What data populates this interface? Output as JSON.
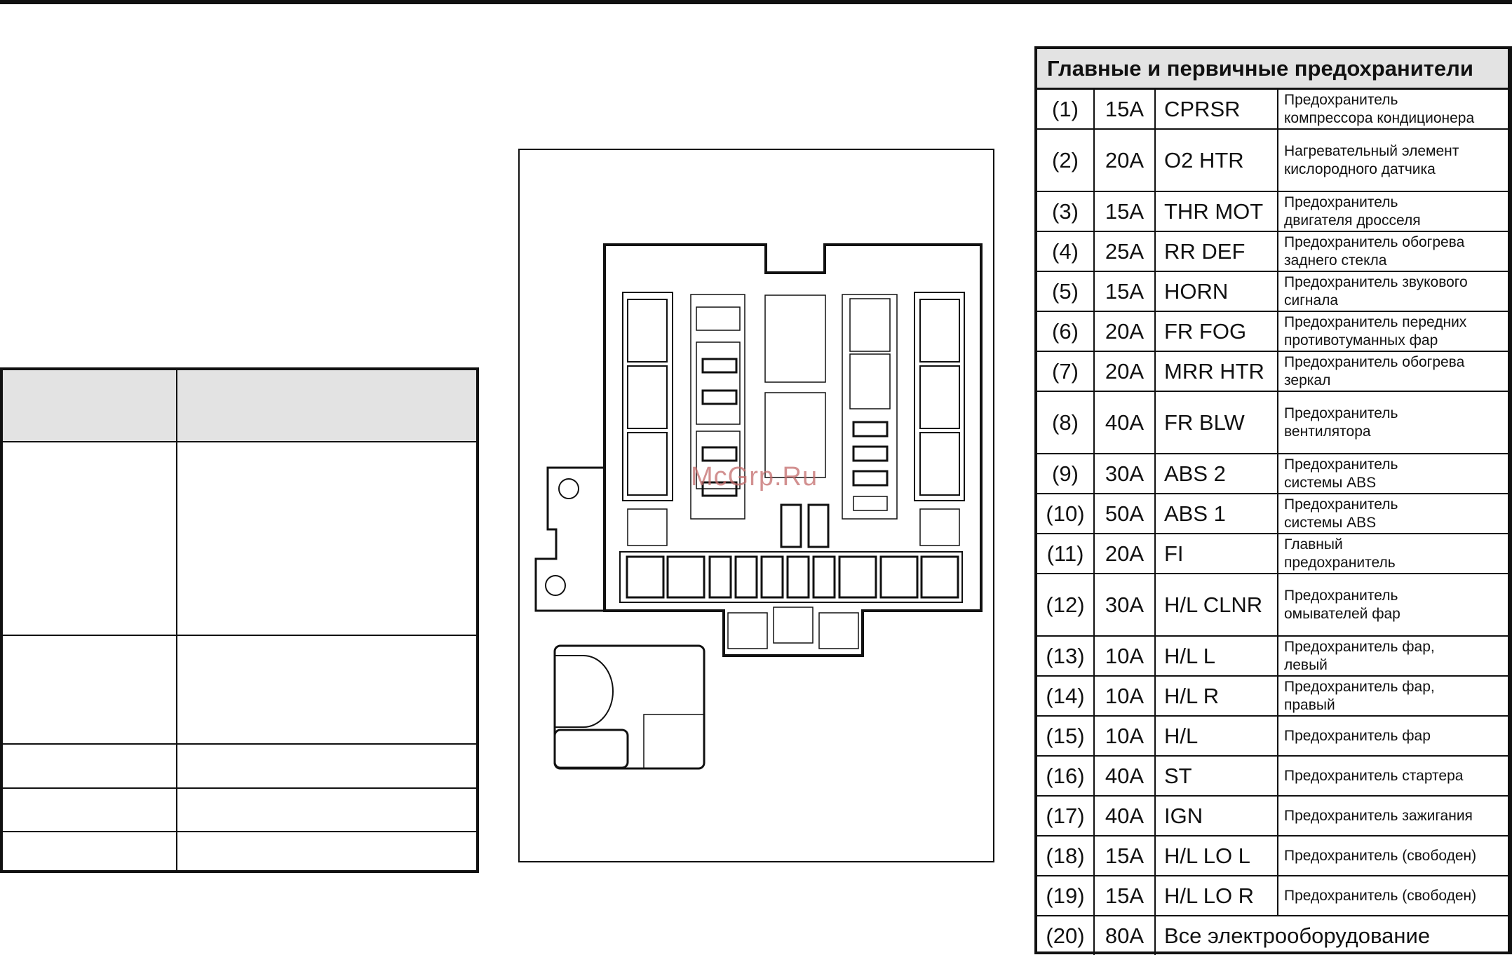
{
  "watermark": "McGrp.Ru",
  "fuse_table": {
    "title": "Главные и первичные предохранители",
    "rows": [
      {
        "num": "(1)",
        "amp": "15A",
        "code": "CPRSR",
        "desc": "Предохранитель\nкомпрессора кондиционера"
      },
      {
        "num": "(2)",
        "amp": "20A",
        "code": "O2 HTR",
        "desc": "Нагревательный элемент\nкислородного датчика"
      },
      {
        "num": "(3)",
        "amp": "15A",
        "code": "THR MOT",
        "desc": "Предохранитель\nдвигателя дросселя"
      },
      {
        "num": "(4)",
        "amp": "25A",
        "code": "RR DEF",
        "desc": "Предохранитель обогрева\nзаднего стекла"
      },
      {
        "num": "(5)",
        "amp": "15A",
        "code": "HORN",
        "desc": "Предохранитель звукового\nсигнала"
      },
      {
        "num": "(6)",
        "amp": "20A",
        "code": "FR FOG",
        "desc": "Предохранитель передних\nпротивотуманных фар"
      },
      {
        "num": "(7)",
        "amp": "20A",
        "code": "MRR HTR",
        "desc": "Предохранитель обогрева\nзеркал"
      },
      {
        "num": "(8)",
        "amp": "40A",
        "code": "FR BLW",
        "desc": "Предохранитель\nвентилятора"
      },
      {
        "num": "(9)",
        "amp": "30A",
        "code": "ABS 2",
        "desc": "Предохранитель\nсистемы ABS"
      },
      {
        "num": "(10)",
        "amp": "50A",
        "code": "ABS 1",
        "desc": "Предохранитель\nсистемы ABS"
      },
      {
        "num": "(11)",
        "amp": "20A",
        "code": "FI",
        "desc": "Главный\nпредохранитель"
      },
      {
        "num": "(12)",
        "amp": "30A",
        "code": "H/L CLNR",
        "desc": "Предохранитель\nомывателей фар"
      },
      {
        "num": "(13)",
        "amp": "10A",
        "code": "H/L L",
        "desc": "Предохранитель фар,\nлевый"
      },
      {
        "num": "(14)",
        "amp": "10A",
        "code": "H/L R",
        "desc": "Предохранитель фар,\nправый"
      },
      {
        "num": "(15)",
        "amp": "10A",
        "code": "H/L",
        "desc": "Предохранитель фар"
      },
      {
        "num": "(16)",
        "amp": "40A",
        "code": "ST",
        "desc": "Предохранитель стартера"
      },
      {
        "num": "(17)",
        "amp": "40A",
        "code": "IGN",
        "desc": "Предохранитель зажигания"
      },
      {
        "num": "(18)",
        "amp": "15A",
        "code": "H/L LO L",
        "desc": "Предохранитель (свободен)"
      },
      {
        "num": "(19)",
        "amp": "15A",
        "code": "H/L LO R",
        "desc": "Предохранитель (свободен)"
      }
    ],
    "last_row": {
      "num": "(20)",
      "amp": "80A",
      "text": "Все электрооборудование"
    }
  }
}
